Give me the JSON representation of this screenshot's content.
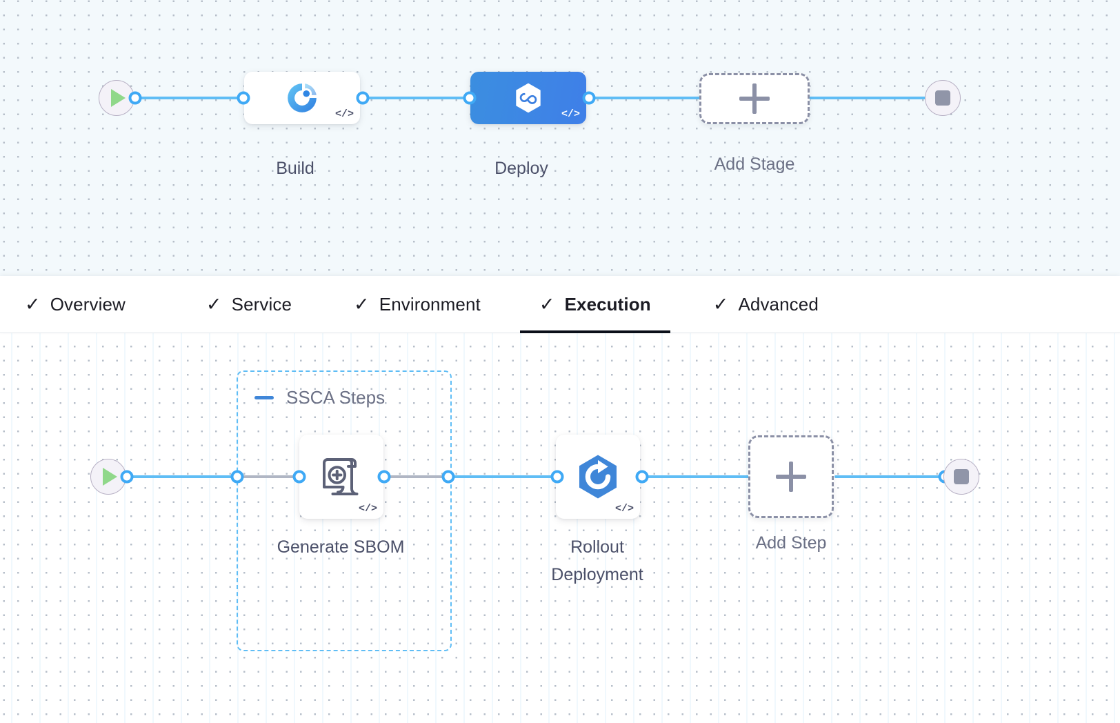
{
  "pipeline": {
    "stage_canvas": {
      "start_node": {
        "icon": "play-icon",
        "name": "pipeline-start"
      },
      "end_node": {
        "icon": "stop-icon",
        "name": "pipeline-end"
      },
      "stages": [
        {
          "label": "Build",
          "icon": "build-target-icon",
          "badge": "</>",
          "selected": false
        },
        {
          "label": "Deploy",
          "icon": "harness-hexagon-icon",
          "badge": "</>",
          "selected": true
        }
      ],
      "add_stage": {
        "label": "Add Stage",
        "icon": "plus-icon"
      }
    },
    "tabs": [
      {
        "label": "Overview",
        "check": "✓",
        "active": false
      },
      {
        "label": "Service",
        "check": "✓",
        "active": false
      },
      {
        "label": "Environment",
        "check": "✓",
        "active": false
      },
      {
        "label": "Execution",
        "check": "✓",
        "active": true
      },
      {
        "label": "Advanced",
        "check": "✓",
        "active": false
      }
    ],
    "step_canvas": {
      "start_node": {
        "icon": "play-icon",
        "name": "execution-start"
      },
      "end_node": {
        "icon": "stop-icon",
        "name": "execution-end"
      },
      "group": {
        "title": "SSCA Steps",
        "collapse_icon": "minus-icon"
      },
      "steps": [
        {
          "label": "Generate SBOM",
          "icon": "sbom-scroll-icon",
          "badge": "</>"
        },
        {
          "label": "Rollout\nDeployment",
          "icon": "rollout-hexagon-icon",
          "badge": "</>"
        }
      ],
      "add_step": {
        "label": "Add Step",
        "icon": "plus-icon"
      }
    }
  },
  "colors": {
    "connector": "#5fbdf5",
    "connector_dashed": "#b0b6c4",
    "selected_stage": "#3b8ee0",
    "group_border": "#5fbdf5",
    "active_tab_underline": "#0b0f19",
    "start_play": "#90d88a",
    "end_stop": "#9095a8"
  }
}
